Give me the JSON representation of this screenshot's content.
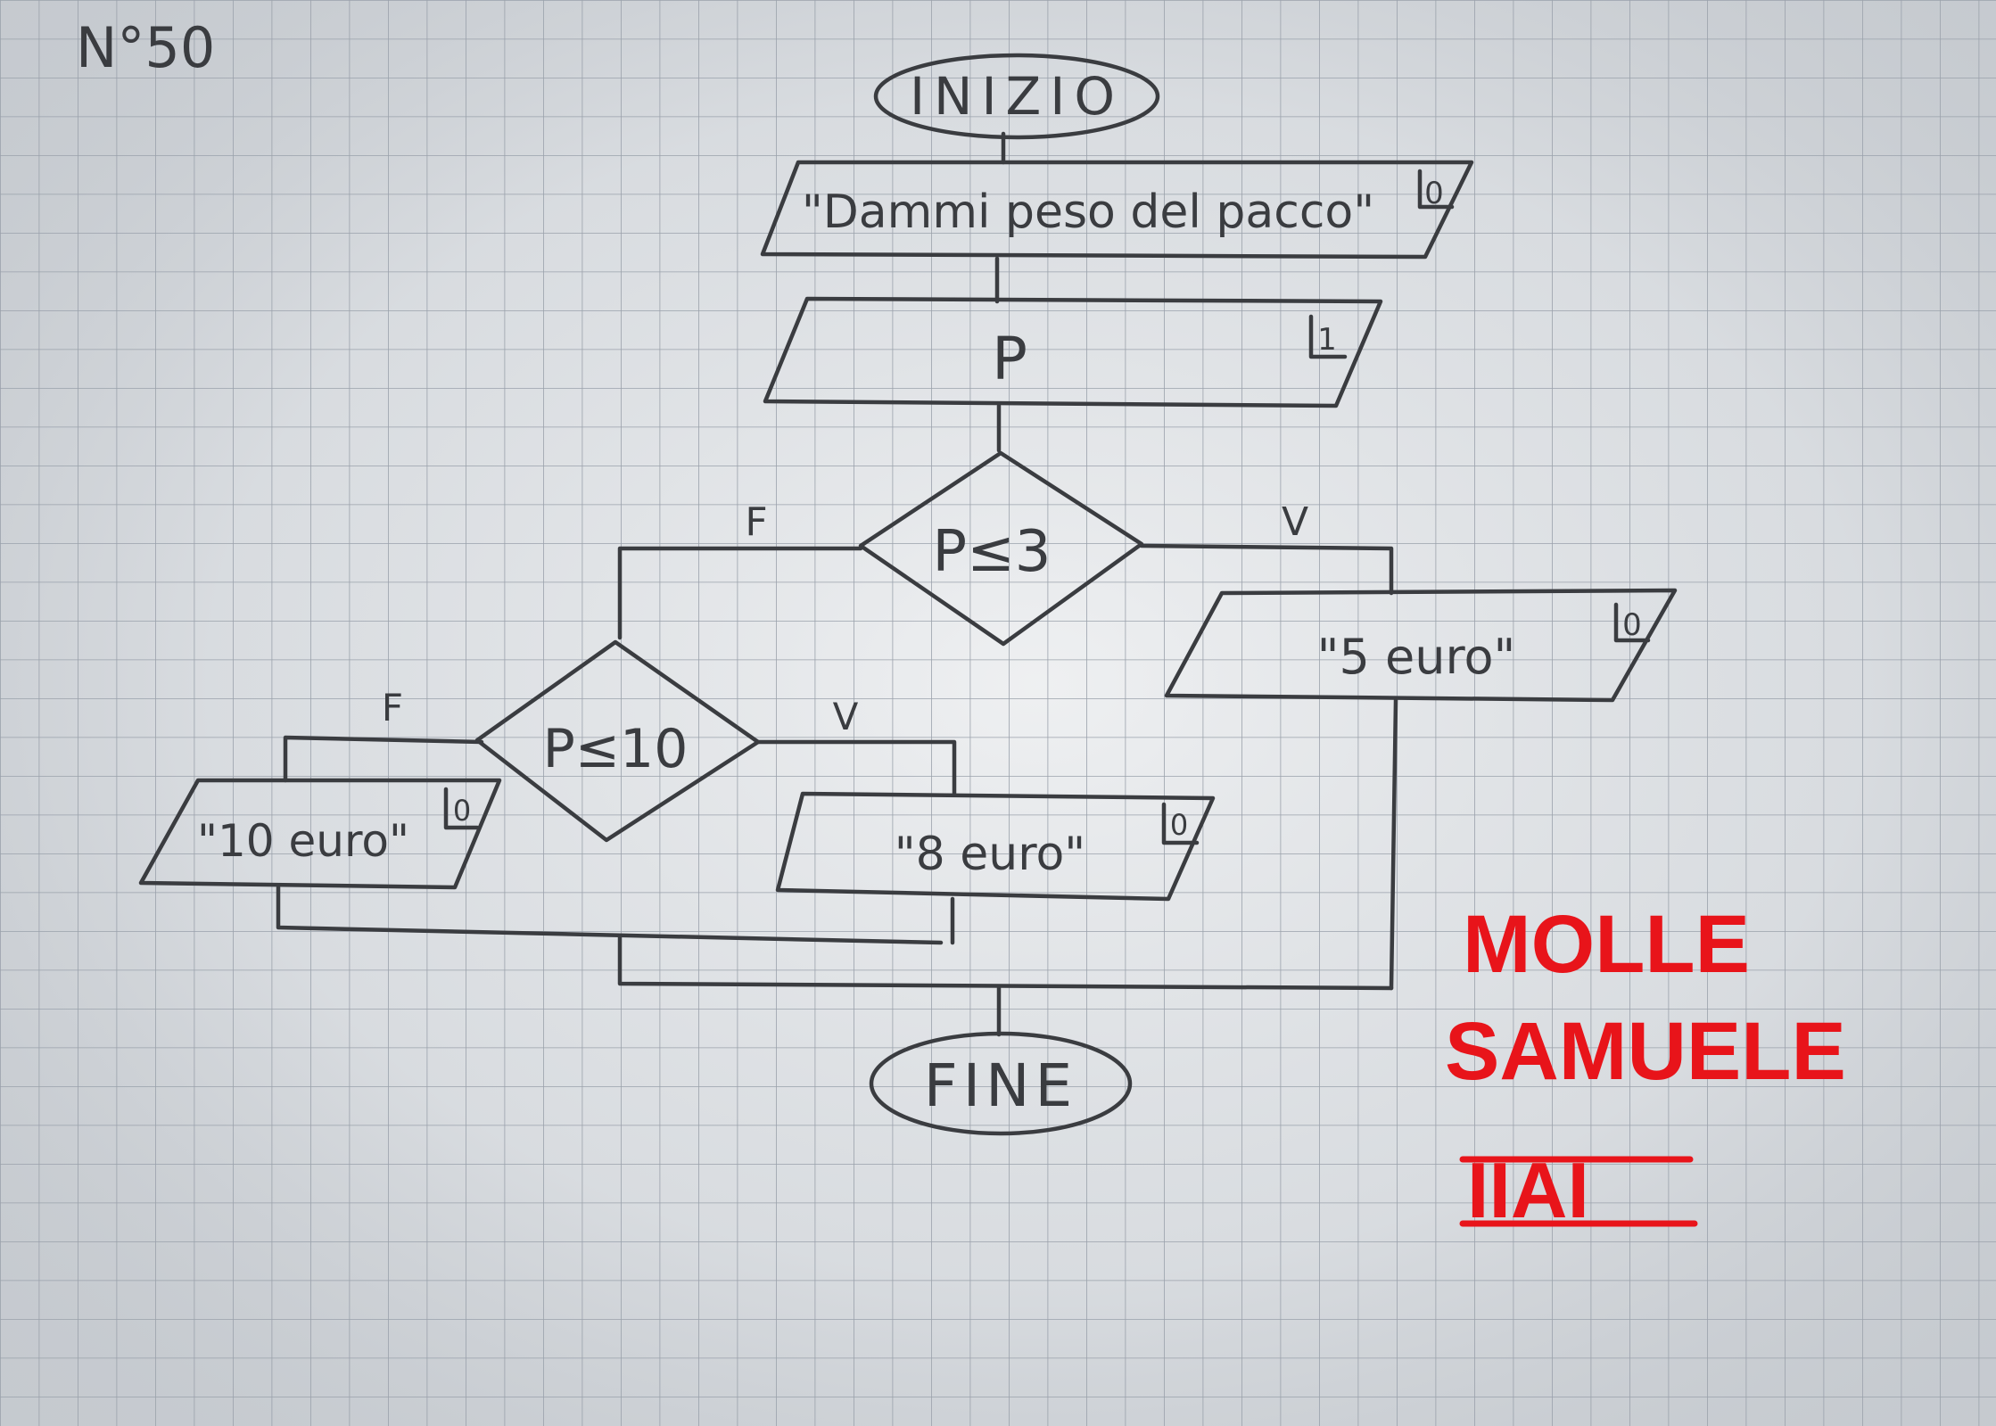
{
  "page_number": "N°50",
  "flowchart": {
    "start": "INIZIO",
    "prompt_output": "\"Dammi peso del pacco\"",
    "prompt_io_mark": "0",
    "input_var": "P",
    "input_io_mark": "1",
    "decision1": "P≤3",
    "decision1_false": "F",
    "decision1_true": "V",
    "output_5": "\"5 euro\"",
    "output_5_mark": "0",
    "decision2": "P≤10",
    "decision2_false": "F",
    "decision2_true": "V",
    "output_10": "\"10 euro\"",
    "output_10_mark": "0",
    "output_8": "\"8 euro\"",
    "output_8_mark": "0",
    "end": "FINE"
  },
  "signature": {
    "surname": "MOLLE",
    "name": "SAMUELE",
    "class": "IIAI"
  },
  "colors": {
    "paper": "#cfd3d8",
    "grid": "#9aa1ab",
    "pencil": "#3a3c40",
    "red_ink": "#e8141a"
  }
}
